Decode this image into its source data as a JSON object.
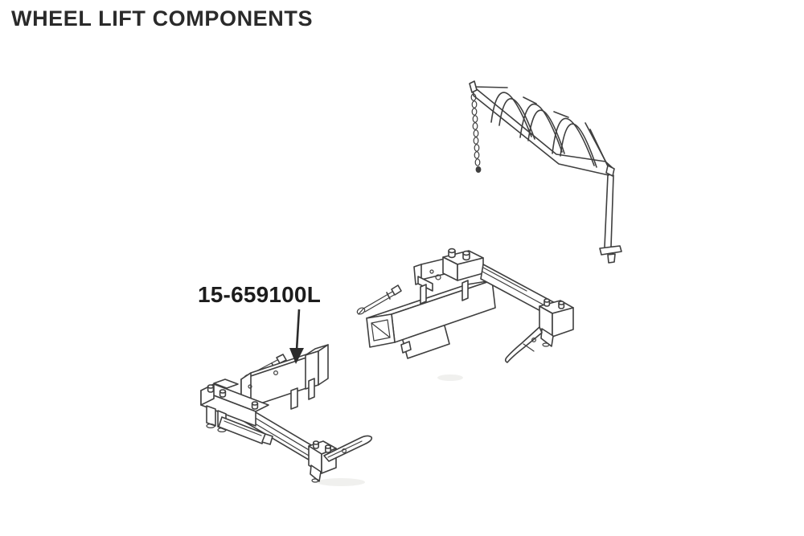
{
  "page": {
    "title": "WHEEL LIFT COMPONENTS",
    "background": "#ffffff"
  },
  "diagram": {
    "part_label": "15-659100L",
    "line_color": "#3f3f3f",
    "label_color": "#1c1c1c",
    "title_color": "#2a2a2a",
    "components": [
      {
        "name": "tire-strap-sling",
        "detail": "arched wheel strap with chain and hook strap"
      },
      {
        "name": "wheel-lift-crossbar-right",
        "detail": "crossbar arm with receiver tube, hitch pin and claw"
      },
      {
        "name": "wheel-lift-crossbar-left",
        "detail": "crossbar arm with hitch pin and claw, labeled 15-659100L"
      }
    ]
  }
}
